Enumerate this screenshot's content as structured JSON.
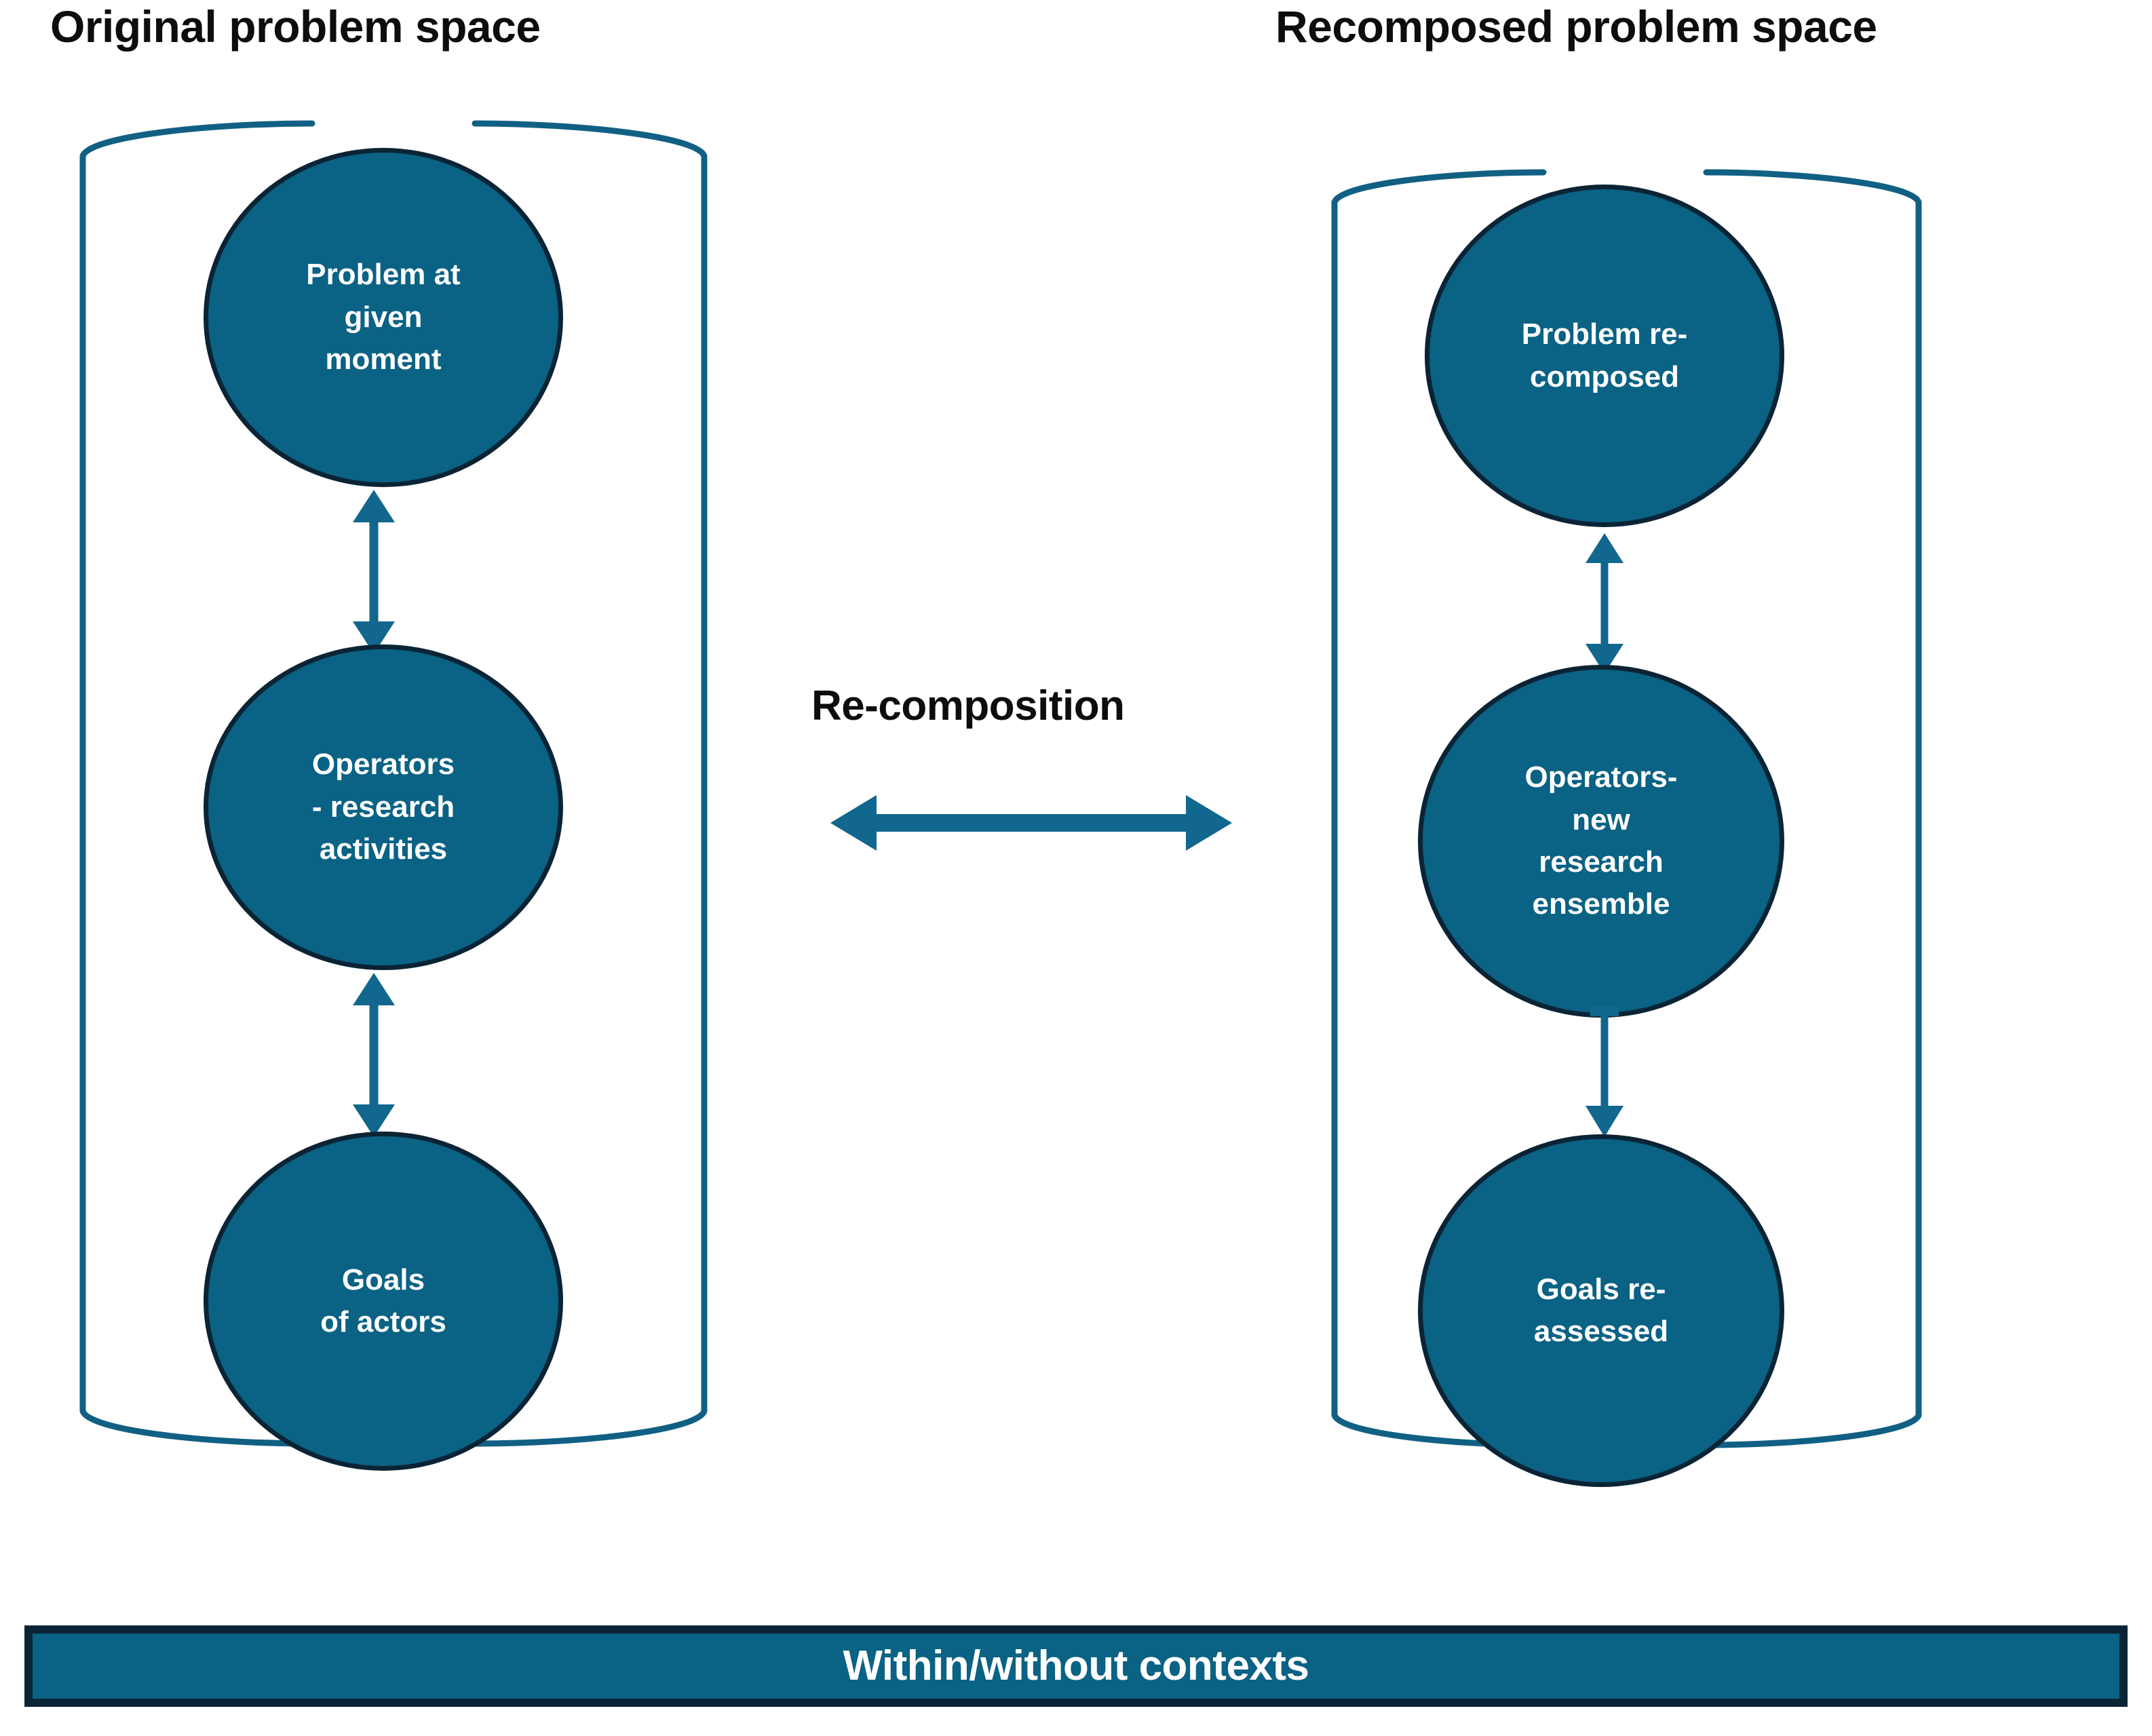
{
  "diagram": {
    "panels": [
      {
        "id": "original",
        "title": "Original problem space",
        "nodes": [
          {
            "id": "problem-at-given-moment",
            "label": "Problem at\ngiven\nmoment"
          },
          {
            "id": "operators-research-activities",
            "label": "Operators\n- research\nactivities"
          },
          {
            "id": "goals-of-actors",
            "label": "Goals\nof actors"
          }
        ],
        "connectors": [
          {
            "id": "problem-to-operators",
            "direction": "bidirectional"
          },
          {
            "id": "operators-to-goals",
            "direction": "bidirectional"
          }
        ]
      },
      {
        "id": "recomposed",
        "title": "Recomposed problem space",
        "nodes": [
          {
            "id": "problem-re-composed",
            "label": "Problem re-\ncomposed"
          },
          {
            "id": "operators-new-research-ensemble",
            "label": "Operators-\nnew\nresearch\nensemble"
          },
          {
            "id": "goals-re-assessed",
            "label": "Goals re-\nassessed"
          }
        ],
        "connectors": [
          {
            "id": "problem-to-operators",
            "direction": "bidirectional"
          },
          {
            "id": "operators-to-goals",
            "direction": "down"
          }
        ]
      }
    ],
    "center": {
      "label": "Re-composition",
      "arrow": "bidirectional-horizontal"
    },
    "banner": {
      "label": "Within/without contexts"
    },
    "colors": {
      "node_fill": "#0a6284",
      "node_border": "#0b2435",
      "bracket": "#116084",
      "arrow": "#11678d",
      "banner_fill": "#0a6284",
      "banner_border": "#0b2435",
      "title_text": "#0d0d0d",
      "node_text": "#ffffff",
      "background": "#ffffff"
    }
  }
}
